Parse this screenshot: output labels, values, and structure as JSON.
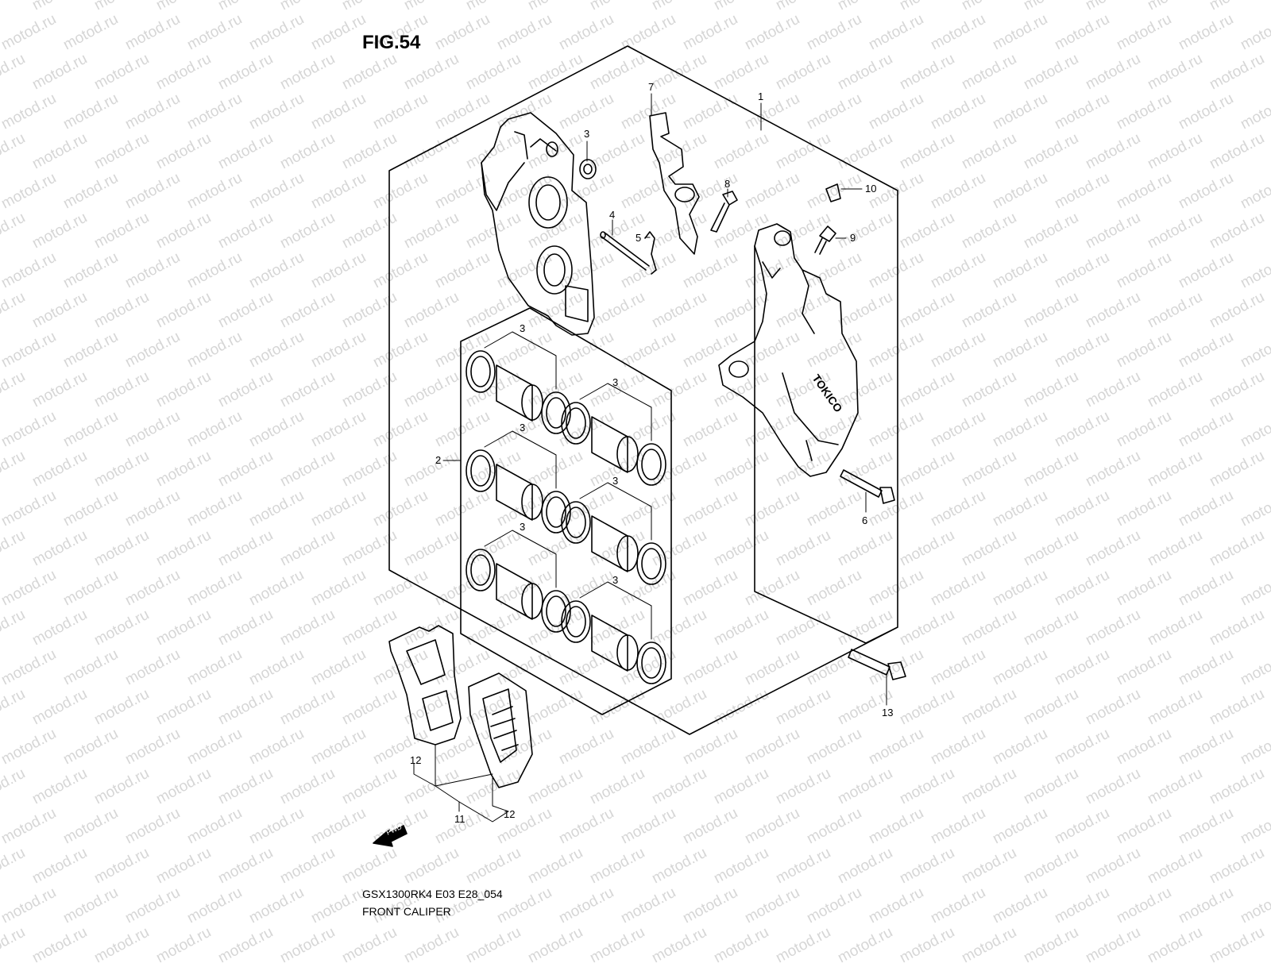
{
  "figure": {
    "title": "FIG.54",
    "code": "GSX1300RK4 E03 E28_054",
    "name": "FRONT CALIPER",
    "watermark": "motod.ru",
    "fwd_label": "FWD"
  },
  "callouts": [
    {
      "id": "c1",
      "text": "1"
    },
    {
      "id": "c2",
      "text": "2"
    },
    {
      "id": "c3a",
      "text": "3"
    },
    {
      "id": "c3b",
      "text": "3"
    },
    {
      "id": "c3c",
      "text": "3"
    },
    {
      "id": "c3d",
      "text": "3"
    },
    {
      "id": "c3e",
      "text": "3"
    },
    {
      "id": "c3f",
      "text": "3"
    },
    {
      "id": "c3g",
      "text": "3"
    },
    {
      "id": "c4",
      "text": "4"
    },
    {
      "id": "c5",
      "text": "5"
    },
    {
      "id": "c6",
      "text": "6"
    },
    {
      "id": "c7",
      "text": "7"
    },
    {
      "id": "c8",
      "text": "8"
    },
    {
      "id": "c9",
      "text": "9"
    },
    {
      "id": "c10",
      "text": "10"
    },
    {
      "id": "c11",
      "text": "11"
    },
    {
      "id": "c12a",
      "text": "12"
    },
    {
      "id": "c12b",
      "text": "12"
    },
    {
      "id": "c13",
      "text": "13"
    }
  ],
  "caliper_marking": "TOKICO"
}
